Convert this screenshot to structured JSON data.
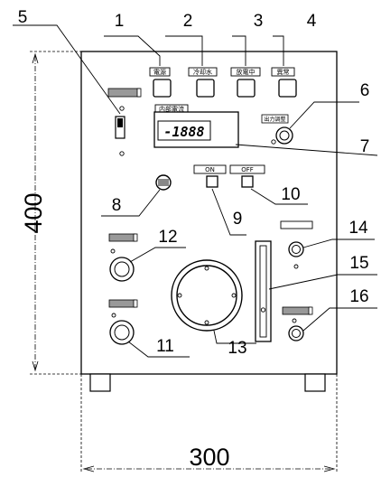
{
  "callouts": [
    "1",
    "2",
    "3",
    "4",
    "5",
    "6",
    "7",
    "8",
    "9",
    "10",
    "11",
    "12",
    "13",
    "14",
    "15",
    "16"
  ],
  "panel_labels": {
    "power": "電源",
    "cooling_water": "冷却水",
    "discharging": "放電中",
    "abnormal": "異常",
    "internal_current": "内部電流",
    "output_adjust": "出力調整",
    "on": "ON",
    "off": "OFF"
  },
  "meter_reading": "-1888",
  "dimensions": {
    "height": "400",
    "width": "300"
  }
}
